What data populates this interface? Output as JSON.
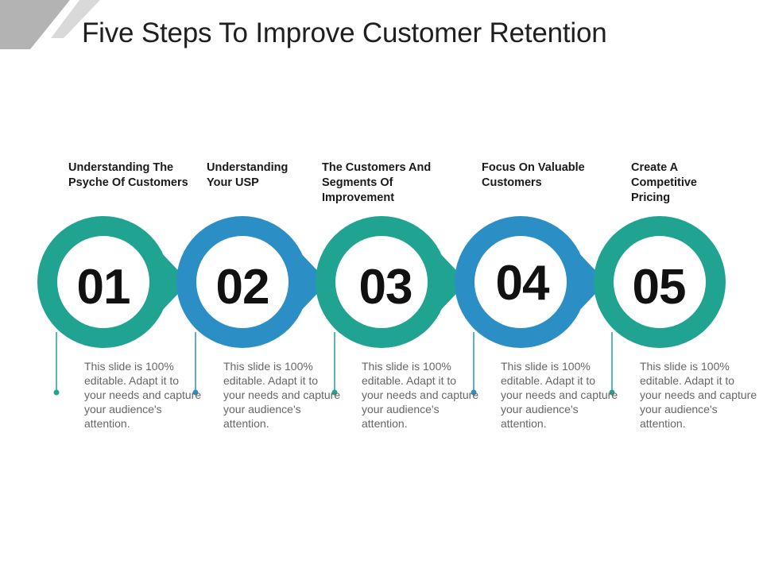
{
  "title": "Five Steps To Improve Customer Retention",
  "colors": {
    "teal": "#21a392",
    "blue": "#2b8fc6",
    "corner_dark": "#b3b3b3",
    "corner_light": "#d9d9d9"
  },
  "steps": [
    {
      "number": "01",
      "heading": "Understanding The Psyche Of Customers",
      "color": "teal",
      "description": "This slide is 100% editable. Adapt it to your needs and capture your audience's attention."
    },
    {
      "number": "02",
      "heading": "Understanding Your USP",
      "color": "blue",
      "description": "This slide is 100% editable. Adapt it to your needs and capture your audience's attention."
    },
    {
      "number": "03",
      "heading": "The Customers And Segments Of Improvement",
      "color": "teal",
      "description": "This slide is 100% editable. Adapt it to your needs and capture your audience's attention."
    },
    {
      "number": "04",
      "heading": "Focus On Valuable Customers",
      "color": "blue",
      "description": "This slide is 100% editable. Adapt it to your needs and capture your audience's attention."
    },
    {
      "number": "05",
      "heading": "Create A Competitive Pricing",
      "color": "teal",
      "description": "This slide is 100% editable. Adapt it to your needs and capture your audience's attention."
    }
  ]
}
